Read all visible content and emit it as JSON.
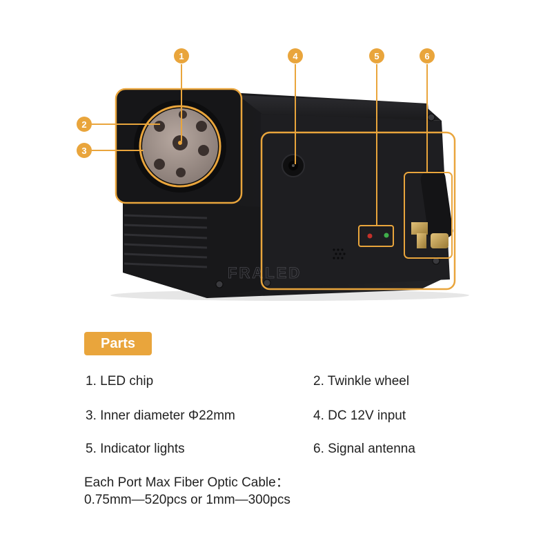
{
  "colors": {
    "accent": "#e9a53c",
    "device_body": "#1b1b1d",
    "background": "#ffffff"
  },
  "callouts": [
    {
      "number": "1",
      "meaning": "LED chip"
    },
    {
      "number": "2",
      "meaning": "Twinkle wheel"
    },
    {
      "number": "3",
      "meaning": "Inner diameter"
    },
    {
      "number": "4",
      "meaning": "DC 12V input"
    },
    {
      "number": "5",
      "meaning": "Indicator lights"
    },
    {
      "number": "6",
      "meaning": "Signal antenna"
    }
  ],
  "device": {
    "watermark": "FRALED"
  },
  "parts": {
    "title": "Parts",
    "items": [
      "1. LED chip",
      "2. Twinkle wheel",
      "3. Inner diameter Φ22mm",
      "4. DC 12V input",
      "5. Indicator lights",
      "6. Signal antenna"
    ]
  },
  "note": {
    "line1": "Each Port Max Fiber Optic Cable：",
    "line2": "0.75mm—520pcs or 1mm—300pcs"
  }
}
